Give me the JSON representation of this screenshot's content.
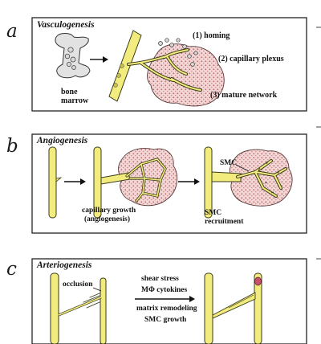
{
  "panels": {
    "a": {
      "letter": "a",
      "title": "Vasculogenesis",
      "steps": [
        "(1) homing",
        "(2) capillary plexus",
        "(3) mature network"
      ],
      "source_line1": "bone",
      "source_line2": "marrow"
    },
    "b": {
      "letter": "b",
      "title": "Angiogenesis",
      "smc_label": "SMC",
      "capillary_line1": "capillary growth",
      "capillary_line2": "(angiogenesis)",
      "recruit_line1": "SMC",
      "recruit_line2": "recruitment"
    },
    "c": {
      "letter": "c",
      "title": "Arteriogenesis",
      "occlusion": "occlusion",
      "factor1": "shear stress",
      "factor2": "MΦ cytokines",
      "factor3": "matrix remodeling",
      "factor4": "SMC growth"
    }
  },
  "colors": {
    "vessel_fill": "#f2ec7e",
    "tissue_fill": "#f3d6d6",
    "tissue_dots": "#b86a6a",
    "occlusion_red": "#c8506a"
  }
}
